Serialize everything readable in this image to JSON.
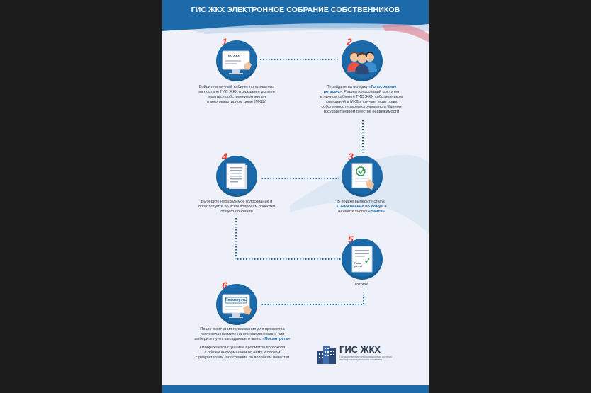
{
  "title": "ГИС ЖКХ ЭЛЕКТРОННОЕ СОБРАНИЕ СОБСТВЕННИКОВ",
  "steps": [
    {
      "num": "1",
      "monitor_text": "ГИС ЖКХ",
      "lines": [
        "Войдите в личный кабинет пользователя",
        "на портале ГИС ЖКХ (гражданин должен",
        "являться собственником жилья",
        "в многоквартирном доме (МКД))"
      ]
    },
    {
      "num": "2",
      "lines_pre": "Перейдите на вкладку «",
      "highlight1": "Голосование",
      "highlight2": "по дому",
      "lines_post": [
        "». Раздел голосований доступен",
        "в личном кабинете ГИС ЖКХ собственником",
        "помещений в МКД в случае, если право",
        "собственности зарегистрировано в Едином",
        "государственном реестре недвижимости"
      ]
    },
    {
      "num": "3",
      "line1": "В поиске выберите статус",
      "highlight1": "«Голосование по дому»",
      "mid": " и",
      "line3_pre": "нажмите кнопку ",
      "highlight2": "«Найти»"
    },
    {
      "num": "4",
      "lines": [
        "Выберите необходимое голосование и",
        "проголосуйте по всем вопросам повестки",
        "общего собрания"
      ]
    },
    {
      "num": "5",
      "doc_text1": "Голос",
      "doc_text2": "учтен!",
      "lines": [
        "Готово!"
      ]
    },
    {
      "num": "6",
      "button_text": "Посмотреть",
      "line1": "После окончания голосования для просмотра",
      "line2": "протокола нажмите на его наименование или",
      "line3_pre": "выберите пункт выпадающего меню ",
      "highlight": "«Посмотреть»",
      "extra": [
        "Отображается страница просмотра протокола",
        "с общей информацией по нему и блоком",
        "с результатами голосования по вопросам повестки"
      ]
    }
  ],
  "logo": {
    "name": "ГИС ЖКХ",
    "sub1": "Государственная информационная система",
    "sub2": "жилищно-коммунального хозяйства"
  },
  "colors": {
    "primary": "#1b69a8",
    "accent": "#e53935",
    "background": "#eef1f8"
  }
}
